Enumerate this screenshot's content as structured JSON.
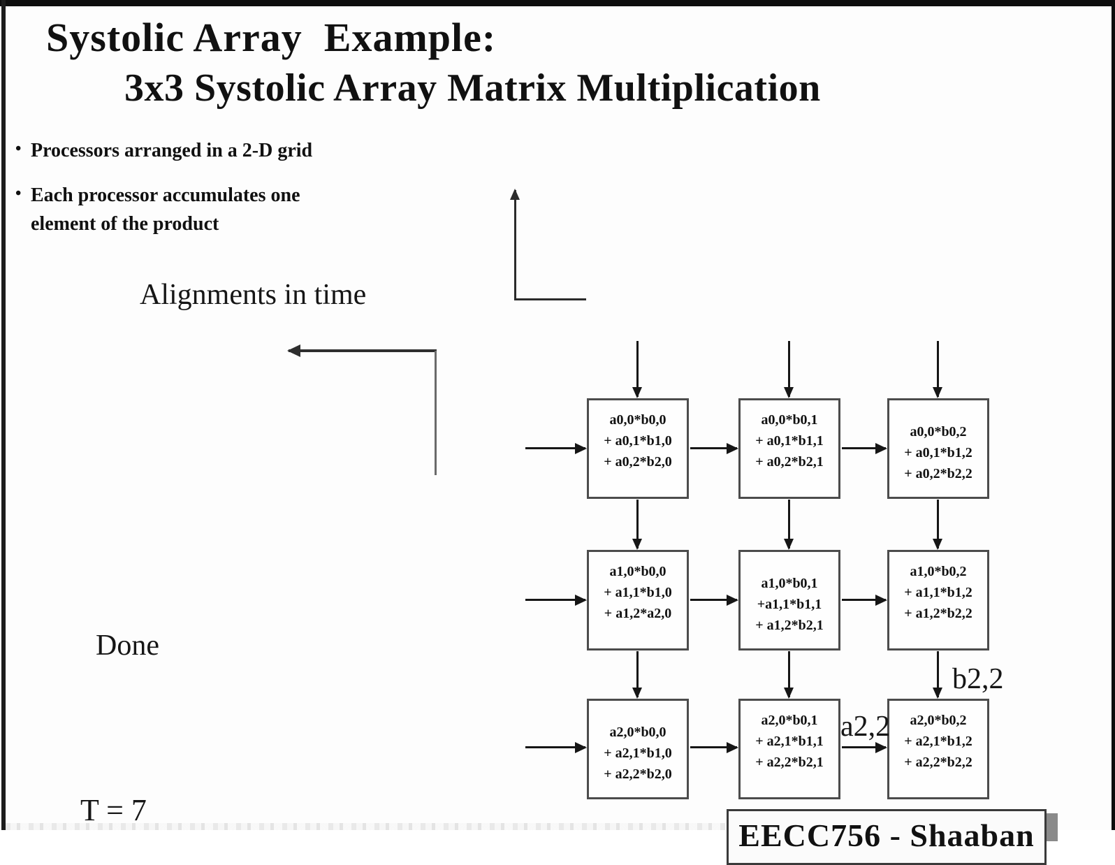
{
  "slide": {
    "title_line1": "Systolic Array  Example:",
    "title_line2": "3x3 Systolic Array Matrix Multiplication",
    "bullet_glyph": "•",
    "bullet1": "Processors arranged in a 2-D grid",
    "bullet2": "Each processor accumulates one element of the product"
  },
  "annotations": {
    "alignments": "Alignments in time",
    "done": "Done",
    "time_step": "T = 7",
    "a22": "a2,2",
    "b22": "b2,2"
  },
  "footer": {
    "course": "EECC756 - Shaaban"
  },
  "cells": {
    "r0c0": [
      "a0,0*b0,0",
      "+ a0,1*b1,0",
      "+ a0,2*b2,0"
    ],
    "r0c1": [
      "a0,0*b0,1",
      "+ a0,1*b1,1",
      "+ a0,2*b2,1"
    ],
    "r0c2": [
      "a0,0*b0,2",
      "+ a0,1*b1,2",
      "+ a0,2*b2,2"
    ],
    "r1c0": [
      "a1,0*b0,0",
      "+ a1,1*b1,0",
      "+ a1,2*a2,0"
    ],
    "r1c1": [
      "a1,0*b0,1",
      "+a1,1*b1,1",
      "+ a1,2*b2,1"
    ],
    "r1c2": [
      "a1,0*b0,2",
      "+ a1,1*b1,2",
      "+ a1,2*b2,2"
    ],
    "r2c0": [
      "a2,0*b0,0",
      "+ a2,1*b1,0",
      "+ a2,2*b2,0"
    ],
    "r2c1": [
      "a2,0*b0,1",
      "+ a2,1*b1,1",
      "+ a2,2*b2,1"
    ],
    "r2c2": [
      "a2,0*b0,2",
      "+ a2,1*b1,2",
      "+ a2,2*b2,2"
    ]
  },
  "colors": {
    "frame": "#0d0d0d",
    "box_border": "#4c4c4c",
    "arrow": "#161616",
    "text": "#111111",
    "background": "#fdfdfd"
  }
}
